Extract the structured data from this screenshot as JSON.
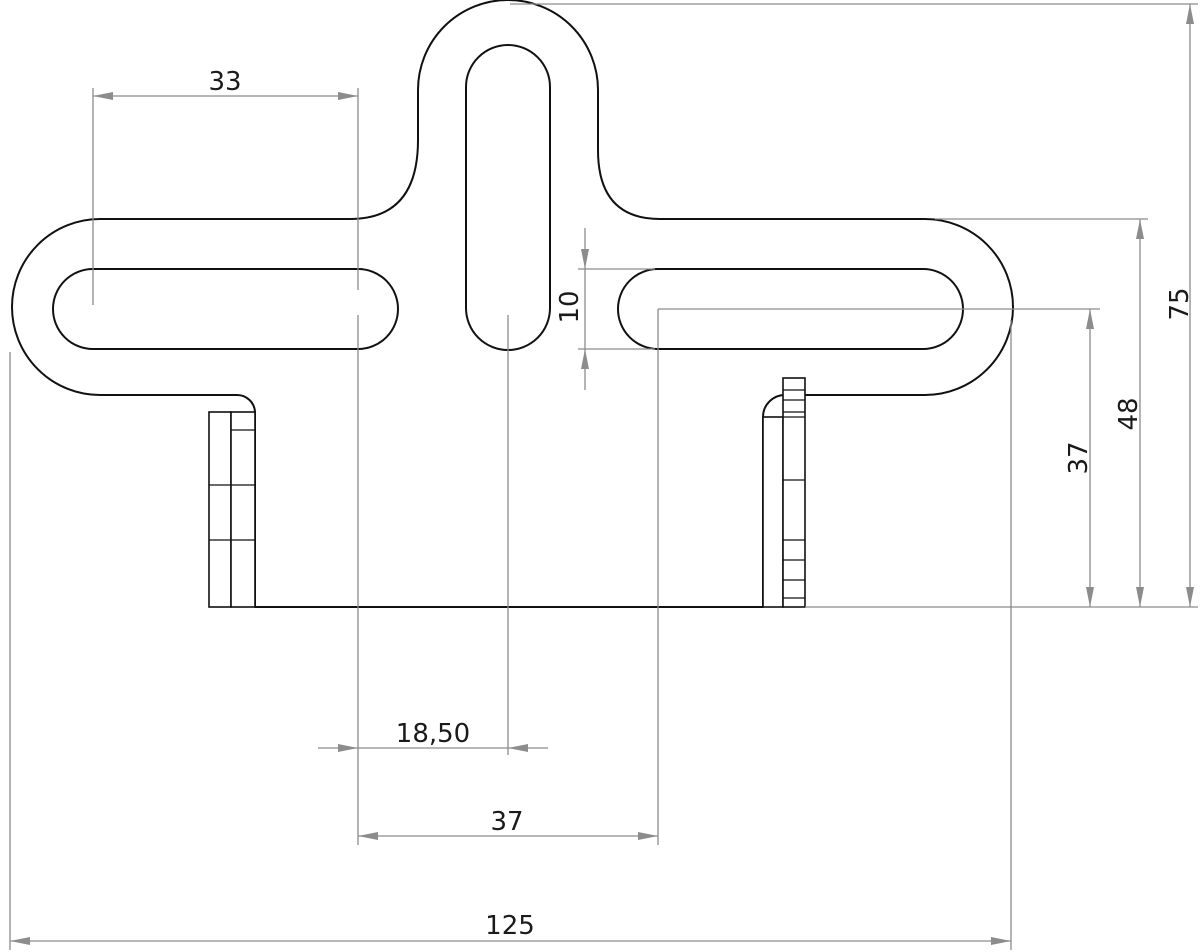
{
  "drawing": {
    "dimensions": {
      "slot_length": "33",
      "slot_width": "10",
      "total_height": "75",
      "height_48": "48",
      "height_37": "37",
      "offset_18_50": "18,50",
      "spacing_37": "37",
      "total_width": "125"
    },
    "colors": {
      "outline": "#111111",
      "dimension_lines": "#8c8c8c",
      "text": "#1a1a1a"
    }
  }
}
